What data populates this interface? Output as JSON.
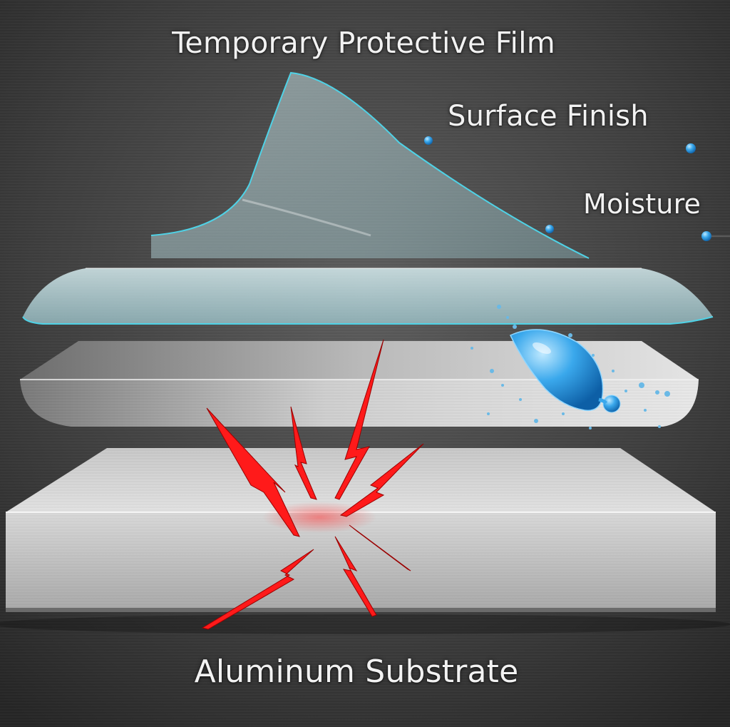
{
  "labels": {
    "film": "Temporary Protective Film",
    "finish": "Surface Finish",
    "moisture": "Moisture",
    "substrate": "Aluminum Substrate"
  },
  "colors": {
    "background": "#3a3a3a",
    "film_edge": "#4fd2e6",
    "damage_bolt": "#ff1a1a",
    "water": "#1f8fd8"
  },
  "icons": [
    "lightning-bolt-icon",
    "water-drop-icon"
  ]
}
